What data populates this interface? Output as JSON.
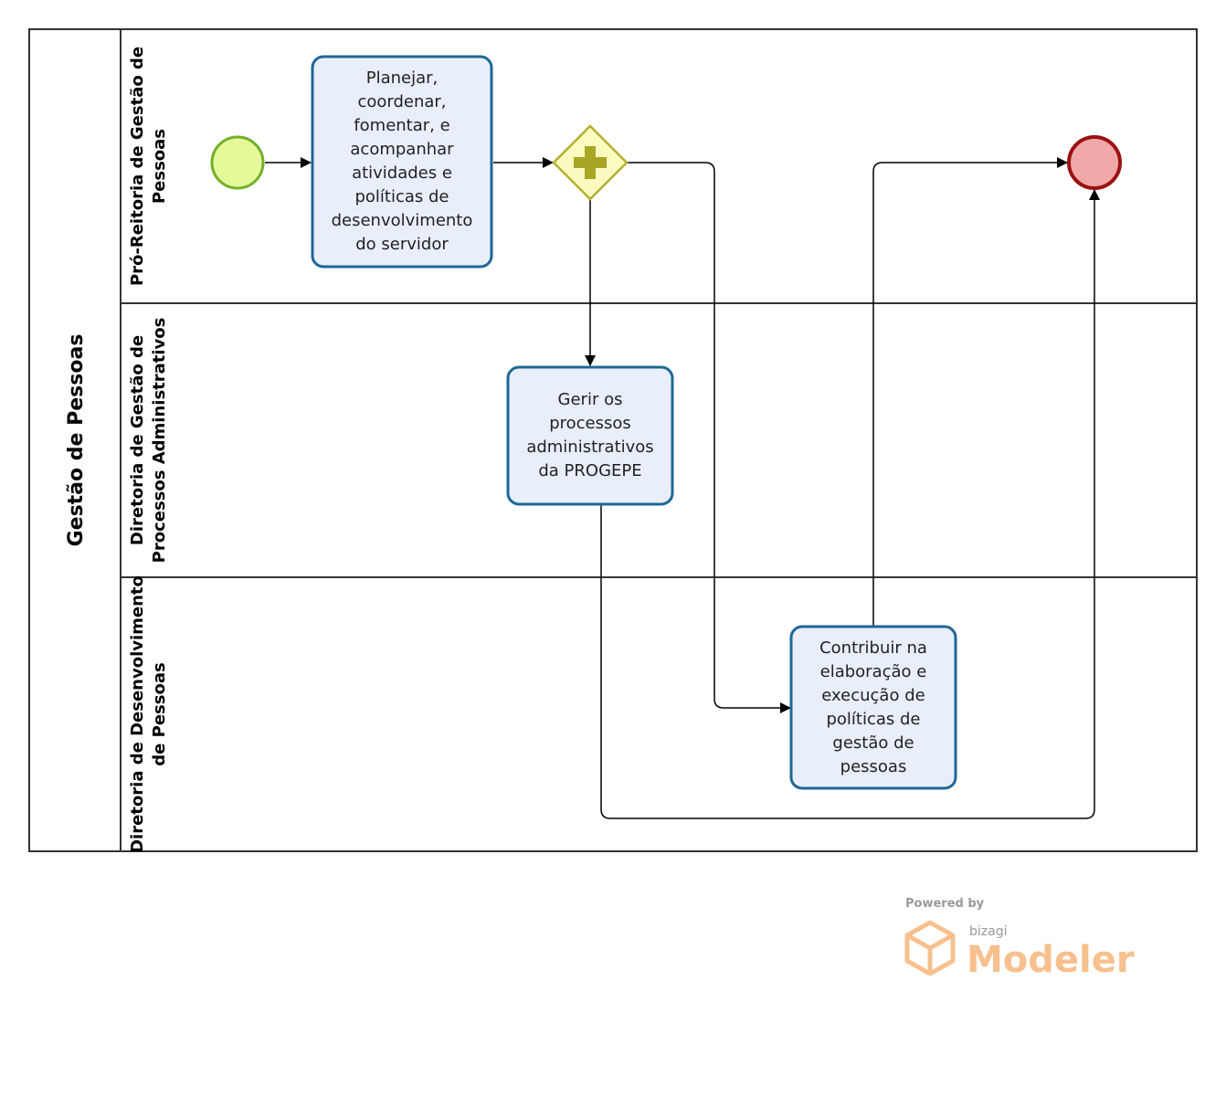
{
  "pool": {
    "label": "Gestão de Pessoas"
  },
  "lanes": [
    {
      "line1": "Pró-Reitoria de Gestão de",
      "line2": "Pessoas"
    },
    {
      "line1": "Diretoria de Gestão de",
      "line2": "Processos Administrativos"
    },
    {
      "line1": "Diretoria de Desenvolvimento",
      "line2": "de Pessoas"
    }
  ],
  "tasks": {
    "planejar": "Planejar,\ncoordenar,\nfomentar, e\nacompanhar\natividades e\npolíticas de\ndesenvolvimento\ndo servidor",
    "gerir": "Gerir os\nprocessos\nadministrativos\nda PROGEPE",
    "contribuir": "Contribuir na\nelaboração e\nexecução de\npolíticas de\ngestão de\npessoas"
  },
  "watermark": {
    "powered": "Powered by",
    "brand": "bizagi",
    "product": "Modeler"
  },
  "colors": {
    "task_fill": "#e8eefa",
    "task_stroke": "#1e6796",
    "start_fill": "#e6f99a",
    "start_stroke": "#72b02a",
    "end_fill": "#f0a8a8",
    "end_stroke": "#9b1111",
    "gateway_fill": "#fbfbc0",
    "gateway_stroke": "#b3ae2e",
    "gateway_plus": "#a8a624"
  }
}
